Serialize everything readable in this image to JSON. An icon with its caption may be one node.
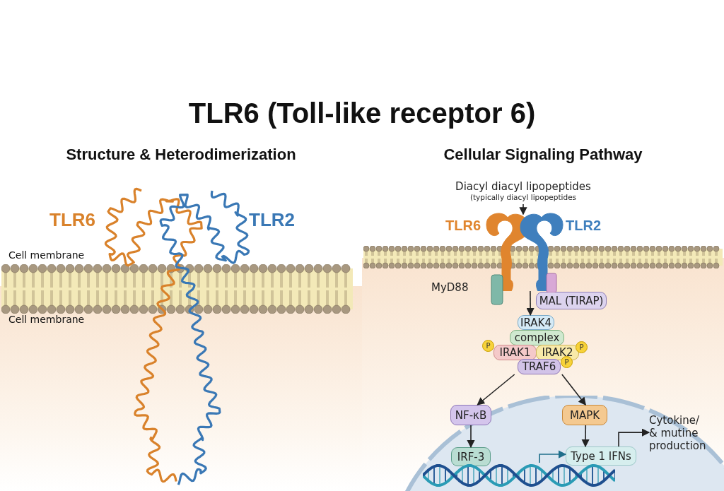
{
  "diagram": {
    "title": "TLR6 (Toll-like receptor 6)",
    "nodes": [
      {
        "text": [
          "Diacyl diacyl lipopeptides",
          "(typically diacyl lipopeptides"
        ]
      },
      {
        "text": [],
        "shape": "picture",
        "beside": [
          "TLR6",
          "TLR2"
        ]
      },
      {
        "text": [],
        "shape": "bar",
        "beside": [
          "MyD88"
        ]
      },
      {
        "text": [
          "MAL (TIRAP)"
        ]
      },
      {
        "text": [
          "IRAK4"
        ]
      },
      {
        "text": [
          "complex"
        ]
      },
      {
        "text": [
          "IRAK1"
        ],
        "beside": [
          "P"
        ]
      },
      {
        "text": [
          "IRAK2"
        ],
        "beside": [
          "P"
        ]
      },
      {
        "text": [
          "TRAF6"
        ],
        "beside": [
          "P"
        ]
      },
      {
        "text": [
          "NF-κB"
        ]
      },
      {
        "text": [
          "MAPK"
        ]
      },
      {
        "text": [
          "Cytokine/ & mutine production"
        ]
      },
      {
        "text": [
          "IRF-3"
        ]
      },
      {
        "text": [
          "Type 1 IFNs"
        ]
      },
      {
        "text": [],
        "shape": "picture"
      }
    ],
    "edges": [
      {
        "from": 0,
        "to": 1,
        "arrow": "to"
      },
      {
        "from": 1,
        "to": 4,
        "arrow": "to"
      },
      {
        "from": 8,
        "to": 9,
        "arrow": "to"
      },
      {
        "from": 8,
        "to": 10,
        "arrow": "to"
      },
      {
        "from": 9,
        "to": 12,
        "arrow": "to"
      },
      {
        "from": 10,
        "to": 13,
        "arrow": "to"
      },
      {
        "from": 14,
        "to": 13,
        "arrow": "to",
        "color": "#1f6f8b"
      },
      {
        "from": 13,
        "to": 11,
        "arrow": "to"
      }
    ],
    "labels": [
      "Structure & Heterodimerization",
      "Cellular Signaling Pathway",
      "TLR6",
      "TLR2",
      "Cell membrane",
      "Cell membrane"
    ]
  }
}
